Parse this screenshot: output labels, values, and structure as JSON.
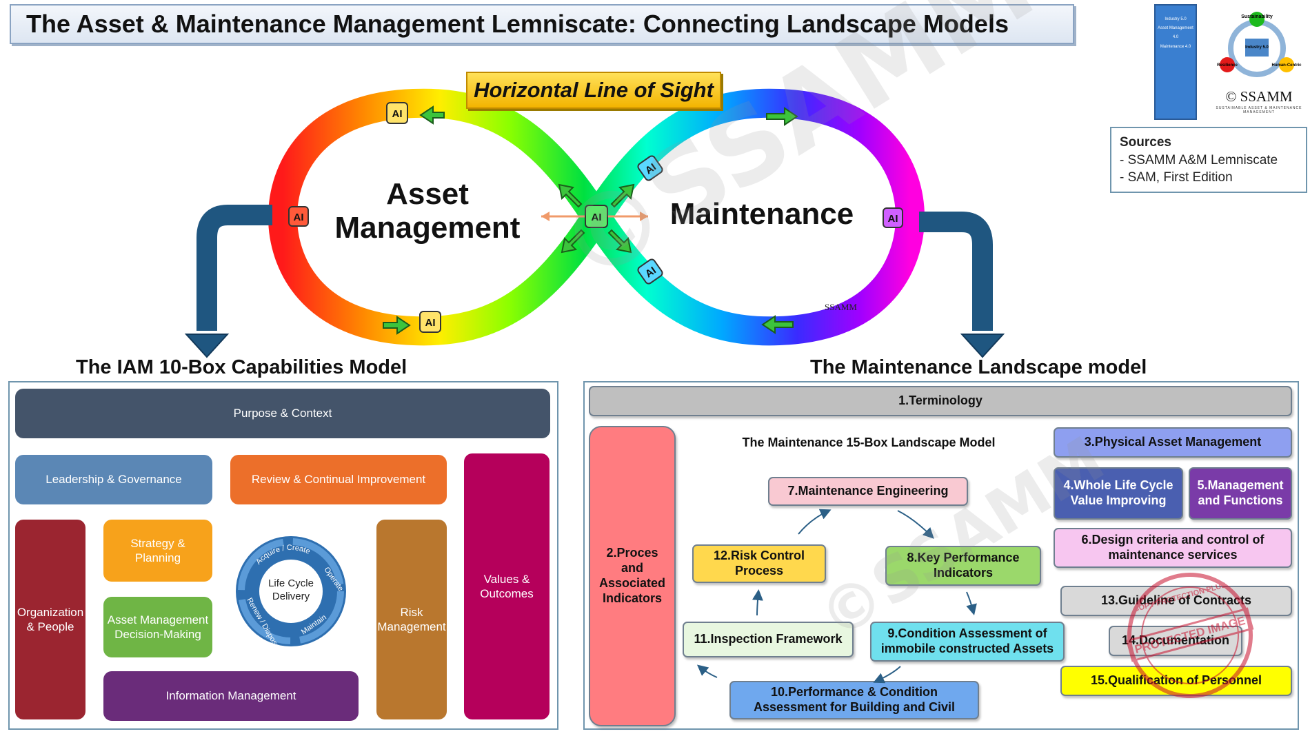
{
  "title": "The Asset & Maintenance Management Lemniscate: Connecting Landscape Models",
  "lemniscate": {
    "left_label_1": "Asset",
    "left_label_2": "Management",
    "right_label": "Maintenance",
    "line_of_sight": "Horizontal Line of Sight",
    "ai_badge": "AI",
    "small_logo": "SSAMM"
  },
  "iam_model": {
    "title": "The IAM 10-Box Capabilities Model",
    "boxes": {
      "purpose": "Purpose & Context",
      "leadership": "Leadership & Governance",
      "review": "Review & Continual Improvement",
      "values": "Values & Outcomes",
      "organization": "Organization & People",
      "strategy": "Strategy & Planning",
      "decision": "Asset Management Decision-Making",
      "risk": "Risk Management",
      "information": "Information Management"
    },
    "lifecycle": {
      "center": "Life Cycle Delivery",
      "acquire": "Acquire / Create",
      "operate": "Operate",
      "maintain": "Maintain",
      "renew": "Renew / Dispose"
    },
    "colors": {
      "purpose": "#44546a",
      "leadership": "#5b87b5",
      "review": "#ec6f2a",
      "values": "#b5005b",
      "organization": "#9b2530",
      "strategy": "#f7a21b",
      "decision": "#6fb545",
      "risk": "#b9772e",
      "information": "#6a2c7a",
      "lifecycle": "#2e6fb0"
    }
  },
  "maintenance_model": {
    "title": "The Maintenance Landscape model",
    "subtitle": "The Maintenance 15-Box Landscape Model",
    "boxes": {
      "b1": "1.Terminology",
      "b2": "2.Proces and Associated Indicators",
      "b3": "3.Physical Asset Management",
      "b4": "4.Whole Life Cycle Value Improving",
      "b5": "5.Management and Functions",
      "b6": "6.Design criteria and control of maintenance services",
      "b7": "7.Maintenance Engineering",
      "b8": "8.Key Performance Indicators",
      "b9": "9.Condition Assessment of immobile constructed Assets",
      "b10": "10.Performance & Condition Assessment for Building and Civil",
      "b11": "11.Inspection Framework",
      "b12": "12.Risk Control Process",
      "b13": "13.Guideline of Contracts",
      "b14": "14.Documentation",
      "b15": "15.Qualification of Personnel"
    },
    "colors": {
      "b1": "#bfbfbf",
      "b2": "#ff7c80",
      "b3": "#8e9ff0",
      "b4": "#4a5fb0",
      "b5": "#7a3ba8",
      "b6": "#f7c6f0",
      "b7": "#f9c9d2",
      "b8": "#9bd86b",
      "b9": "#6fe0ee",
      "b10": "#6fa8ee",
      "b11": "#e8f7e0",
      "b12": "#ffd84d",
      "b13": "#d9d9d9",
      "b14": "#d9d9d9",
      "b15": "#ffff00"
    }
  },
  "sources": {
    "heading": "Sources",
    "items": [
      "- SSAMM A&M Lemniscate",
      "- SAM, First Edition"
    ]
  },
  "logo": {
    "name": "SSAMM",
    "copyright": "©",
    "tagline": "SUSTAINABLE ASSET & MAINTENANCE MANAGEMENT",
    "circle_labels": [
      "Sustainability",
      "Industry 5.0",
      "Resilience",
      "Human-Centric"
    ],
    "book_labels": [
      "Industry 5.0",
      "Asset Management 4.0",
      "Maintenance 4.0"
    ]
  },
  "watermarks": {
    "main": "©SSAMM",
    "stamp_1": "COPY PROTECTION PLUS",
    "stamp_2": "PROTECTED IMAGE"
  }
}
